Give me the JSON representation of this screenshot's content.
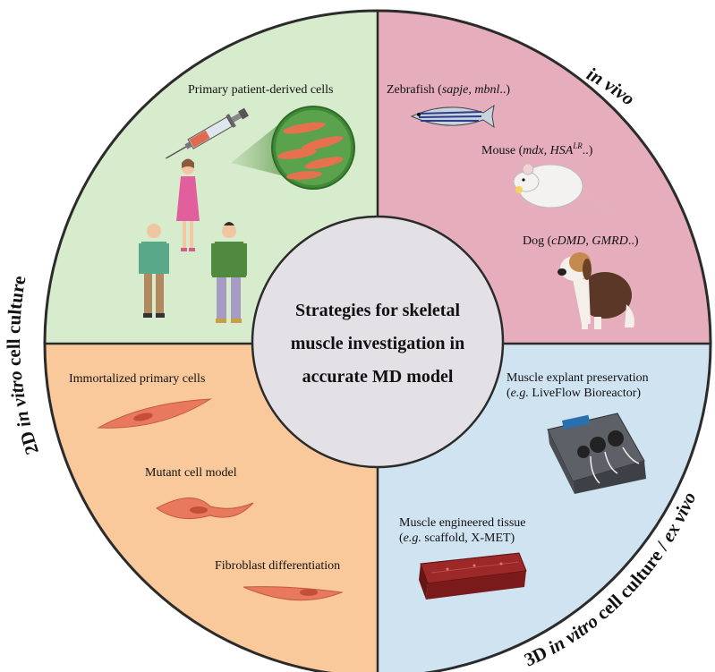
{
  "colors": {
    "q_primary": "#d7ebcd",
    "q_invivo": "#e6aebc",
    "q_exvivo": "#cfe3f1",
    "q_2d": "#f9c99b",
    "center_fill": "#e4e1e6",
    "ring": "#2b2b2b"
  },
  "center": {
    "line1": "Strategies for skeletal",
    "line2": "muscle investigation in",
    "line3": "accurate MD model"
  },
  "outer_labels": {
    "in_vivo": "in vivo",
    "two_d_a": "2D ",
    "two_d_b": "in vitro",
    "two_d_c": " cell culture",
    "three_d_a": "3D ",
    "three_d_b": "in vitro",
    "three_d_c": " cell culture / ",
    "three_d_d": "ex vivo"
  },
  "primary": {
    "label": "Primary patient-derived cells"
  },
  "invivo": {
    "zebrafish_a": "Zebrafish (",
    "zebrafish_b": "sapje, mbnl",
    "zebrafish_c": "..)",
    "mouse_a": "Mouse (",
    "mouse_b": "mdx, HSA",
    "mouse_sup": "LR",
    "mouse_c": "..)",
    "dog_a": "Dog (",
    "dog_b": "cDMD, GMRD",
    "dog_c": "..)"
  },
  "twod": {
    "immortalized": "Immortalized primary cells",
    "mutant": "Mutant cell model",
    "fibroblast": "Fibroblast differentiation"
  },
  "threed": {
    "explant_line1": "Muscle explant preservation",
    "explant_eg": "e.g.",
    "explant_line2": " LiveFlow Bioreactor)",
    "engineered_line1": "Muscle engineered tissue",
    "engineered_eg": "e.g.",
    "engineered_line2": " scaffold, X-MET)"
  },
  "icons": [
    "syringe-icon",
    "muscle-cell-icon",
    "woman-icon",
    "elderly-man-icon",
    "man-icon",
    "zebrafish-icon",
    "mouse-icon",
    "dog-icon",
    "bioreactor-icon",
    "tissue-scaffold-icon"
  ]
}
